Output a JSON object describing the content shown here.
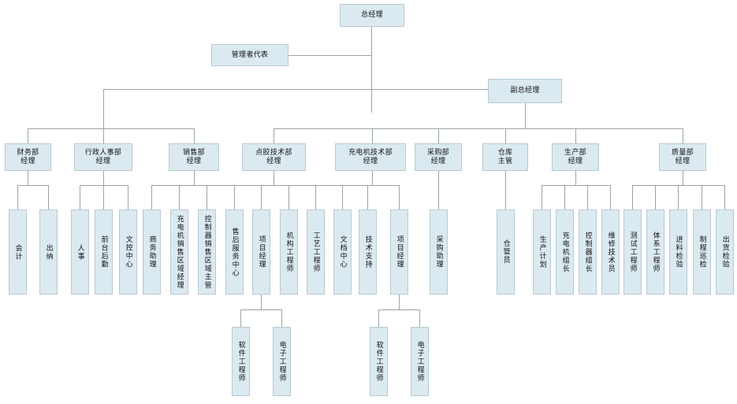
{
  "meta": {
    "title": "组织结构图",
    "box_fill": "#dbeaf0",
    "box_border": "#b9c9d2",
    "line_color": "#9aa4aa",
    "background": "#ffffff"
  },
  "nodes": {
    "general_manager": "总经理",
    "management_rep": "管理者代表",
    "deputy_general_manager": "副总经理",
    "finance_dept": "财务部\n经理",
    "admin_hr_dept": "行政人事部\n经理",
    "sales_dept": "销售部\n经理",
    "dianjiao_tech_dept": "点胶技术部\n经理",
    "charger_tech_dept": "充电机技术部\n经理",
    "purchasing_dept": "采购部\n经理",
    "warehouse_dept": "仓库\n主管",
    "production_dept": "生产部\n经理",
    "quality_dept": "质量部\n经理",
    "accountant": "会计",
    "cashier": "出纳",
    "hr": "人事",
    "reception_logistics": "前台后勤",
    "doc_control_center": "文控中心",
    "business_assistant": "商务助理",
    "charger_sales_regional_manager": "充电机销售区域经理",
    "controller_sales_regional_supervisor": "控制器销售区域主管",
    "after_sales_service_center": "售后服务中心",
    "project_manager_a": "项目经理",
    "mechanical_engineer": "机构工程师",
    "process_engineer": "工艺工程师",
    "doc_center": "文档中心",
    "tech_support": "技术支持",
    "project_manager_b": "项目经理",
    "purchasing_assistant": "采购助理",
    "warehouse_keeper": "仓管员",
    "production_plan": "生产计划",
    "charger_team_leader": "充电机组长",
    "controller_team_leader": "控制器组长",
    "maintenance_technician": "维修技术员",
    "test_engineer": "测试工程师",
    "system_engineer": "体系工程师",
    "incoming_inspection": "进料检验",
    "process_patrol_inspection": "制程巡检",
    "outgoing_inspection": "出货检验",
    "software_engineer_a": "软件工程师",
    "electronic_engineer_a": "电子工程师",
    "software_engineer_b": "软件工程师",
    "electronic_engineer_b": "电子工程师"
  }
}
